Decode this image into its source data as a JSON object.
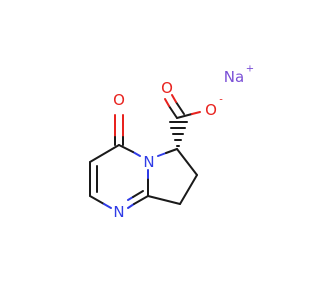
{
  "molecule": {
    "colors": {
      "bond": "#1a1a1a",
      "oxygen": "#e8231f",
      "nitrogen": "#2f3ce6",
      "sodium": "#7a4fd6"
    },
    "atoms": {
      "ketone_oxygen": {
        "symbol": "O",
        "color": "#e8231f"
      },
      "ring_nitrogen": {
        "symbol": "N",
        "color": "#2f3ce6"
      },
      "imine_nitrogen": {
        "symbol": "N",
        "color": "#2f3ce6"
      },
      "carbonyl_oxygen": {
        "symbol": "O",
        "color": "#e8231f"
      },
      "carboxylate_oxygen": {
        "symbol": "O",
        "color": "#e8231f",
        "charge": "-"
      },
      "sodium": {
        "symbol": "Na",
        "color": "#7a4fd6",
        "charge": "+"
      }
    }
  }
}
